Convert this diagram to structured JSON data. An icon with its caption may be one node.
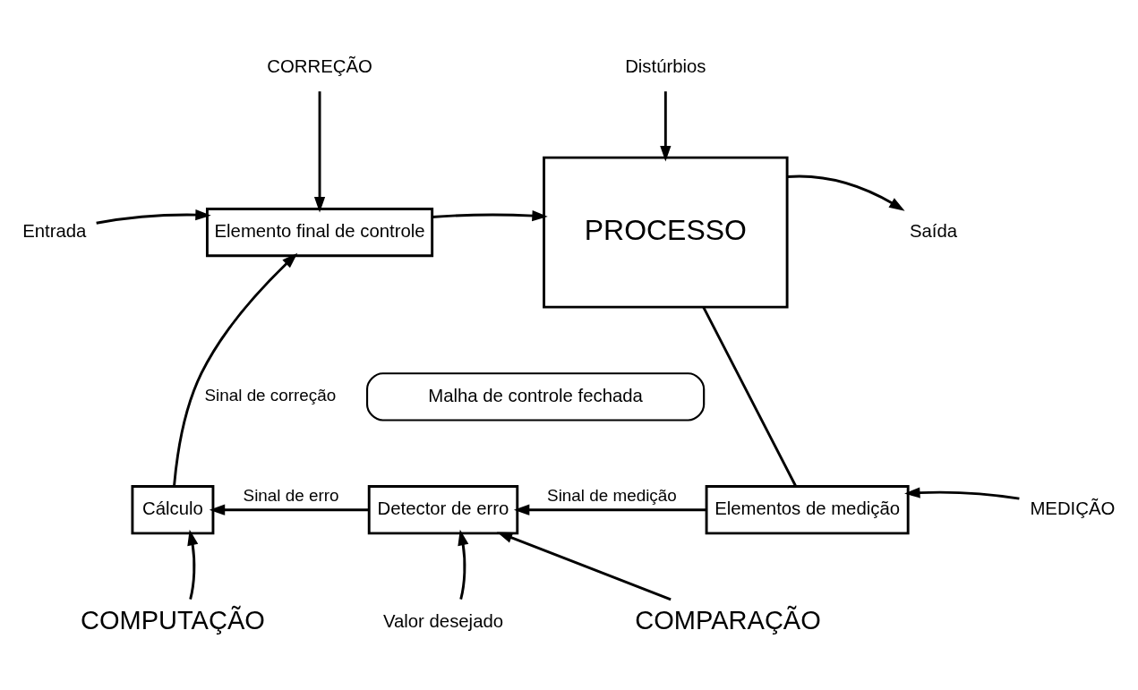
{
  "diagram": {
    "nodes": [
      {
        "text": [
          "Entrada"
        ]
      },
      {
        "text": [
          "Elemento final de controle"
        ]
      },
      {
        "text": [
          "CORREÇÃO"
        ]
      },
      {
        "text": [
          "Distúrbios"
        ]
      },
      {
        "text": [
          "PROCESSO"
        ]
      },
      {
        "text": [
          "Saída"
        ]
      },
      {
        "text": [
          "Malha de controle fechada"
        ]
      },
      {
        "text": [
          "MEDIÇÃO"
        ]
      },
      {
        "text": [
          "Elementos de medição"
        ]
      },
      {
        "text": [
          "Detector de erro"
        ]
      },
      {
        "text": [
          "Cálculo"
        ]
      },
      {
        "text": [
          "COMPUTAÇÃO"
        ]
      },
      {
        "text": [
          "Valor desejado"
        ]
      },
      {
        "text": [
          "COMPARAÇÃO"
        ]
      }
    ],
    "edges": [
      {
        "from": 0,
        "to": 1,
        "arrow": "to"
      },
      {
        "from": 2,
        "to": 1,
        "arrow": "to"
      },
      {
        "from": 1,
        "to": 4,
        "arrow": "to"
      },
      {
        "from": 3,
        "to": 4,
        "arrow": "to"
      },
      {
        "from": 4,
        "to": 5,
        "arrow": "to"
      },
      {
        "from": 4,
        "to": 8,
        "arrow": "none"
      },
      {
        "from": 7,
        "to": 8,
        "arrow": "to"
      },
      {
        "from": 8,
        "to": 9,
        "arrow": "to",
        "label": "Sinal de medição"
      },
      {
        "from": 12,
        "to": 9,
        "arrow": "to"
      },
      {
        "from": 13,
        "to": 9,
        "arrow": "to"
      },
      {
        "from": 9,
        "to": 10,
        "arrow": "to",
        "label": "Sinal de erro"
      },
      {
        "from": 11,
        "to": 10,
        "arrow": "to"
      },
      {
        "from": 10,
        "to": 1,
        "arrow": "to",
        "label": "Sinal de correção"
      }
    ]
  }
}
